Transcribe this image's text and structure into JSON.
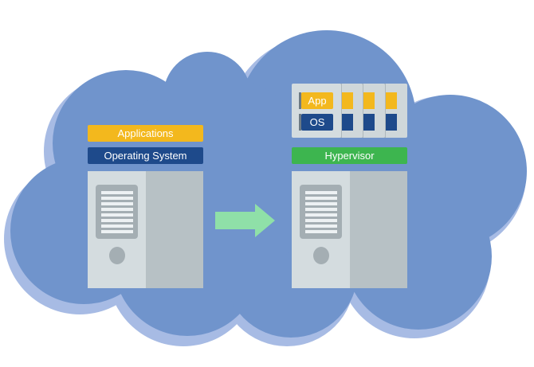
{
  "left": {
    "applications": "Applications",
    "operating_system": "Operating System"
  },
  "right": {
    "app": "App",
    "os": "OS",
    "hypervisor": "Hypervisor"
  },
  "colors": {
    "cloud": "#7094cc",
    "cloud_shadow": "#a7bbe4",
    "applications": "#f3b81d",
    "os": "#1e4a8b",
    "hypervisor": "#3db54f",
    "arrow": "#8fe0a8",
    "server_light": "#d4dcdf",
    "server_dark": "#b7c1c5"
  }
}
